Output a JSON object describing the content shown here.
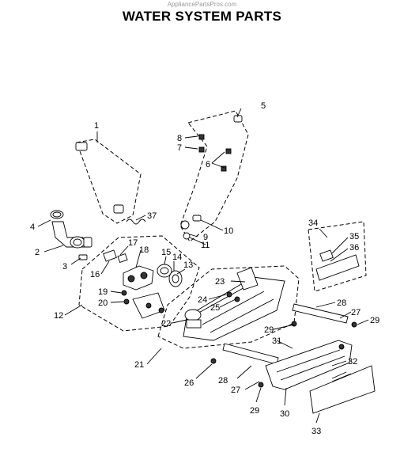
{
  "watermark": "AppliancePartsPros.com",
  "title": "WATER SYSTEM PARTS",
  "callouts": [
    "1",
    "2",
    "3",
    "4",
    "5",
    "6",
    "7",
    "8",
    "9",
    "10",
    "11",
    "12",
    "13",
    "14",
    "15",
    "16",
    "17",
    "18",
    "19",
    "20",
    "21",
    "22",
    "23",
    "24",
    "25",
    "26",
    "27",
    "28",
    "29",
    "30",
    "31",
    "32",
    "33",
    "34",
    "35",
    "36",
    "37"
  ],
  "repeated_callouts": [
    "28",
    "27",
    "29",
    "29"
  ],
  "colors": {
    "ink": "#000000",
    "watermark": "#999999",
    "paper": "#ffffff"
  }
}
